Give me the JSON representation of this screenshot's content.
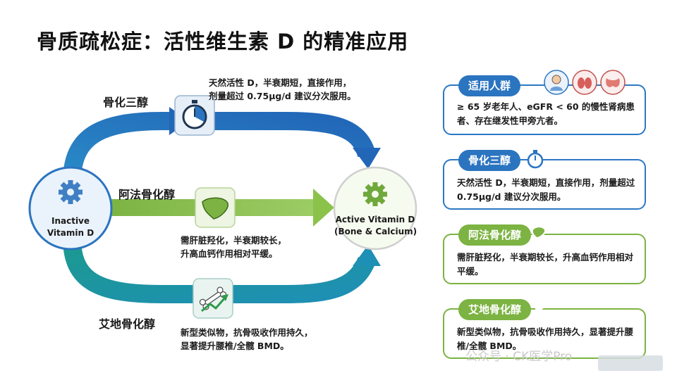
{
  "title": "骨质疏松症：活性维生素 D 的精准应用",
  "flow": {
    "source": {
      "label_line1": "Inactive",
      "label_line2": "Vitamin D",
      "icon": "gear-icon"
    },
    "target": {
      "label_line1": "Active Vitamin D",
      "label_line2": "(Bone & Calcium)",
      "icon": "gear-icon"
    },
    "routes": [
      {
        "name": "骨化三醇",
        "desc_line1": "天然活性 D，半衰期短，直接作用，",
        "desc_line2": "剂量超过 0.75μg/d 建议分次服用。",
        "icon": "stopwatch-icon",
        "color": "#2b74c0"
      },
      {
        "name": "阿法骨化醇",
        "desc_line1": "需肝脏羟化，半衰期较长，",
        "desc_line2": "升高血钙作用相对平缓。",
        "icon": "liver-icon",
        "color": "#7cb342"
      },
      {
        "name": "艾地骨化醇",
        "desc_line1": "新型类似物，抗骨吸收作用持久，",
        "desc_line2": "显著提升腰椎/全髋 BMD。",
        "icon": "bone-trend-icon",
        "color": "#1c9a8e"
      }
    ]
  },
  "cards": [
    {
      "tag": "适用人群",
      "text": "≥ 65 岁老年人、eGFR < 60 的慢性肾病患者、存在继发性甲旁亢者。",
      "icons": [
        "elderly-person-icon",
        "kidney-icon",
        "thyroid-icon"
      ],
      "color": "#2b74c0"
    },
    {
      "tag": "骨化三醇",
      "text": "天然活性 D，半衰期短，直接作用，剂量超过 0.75μg/d 建议分次服用。",
      "icons": [
        "stopwatch-icon"
      ],
      "color": "#2b74c0"
    },
    {
      "tag": "阿法骨化醇",
      "text": "需肝脏羟化，半衰期较长，升高血钙作用相对平缓。",
      "icons": [
        "liver-icon"
      ],
      "color": "#7cb342"
    },
    {
      "tag": "艾地骨化醇",
      "text": "新型类似物，抗骨吸收作用持久，显著提升腰椎/全髋 BMD。",
      "icons": [
        "bone-icon"
      ],
      "color": "#7cb342"
    }
  ],
  "watermark": "公众号 · CK医学Pro"
}
